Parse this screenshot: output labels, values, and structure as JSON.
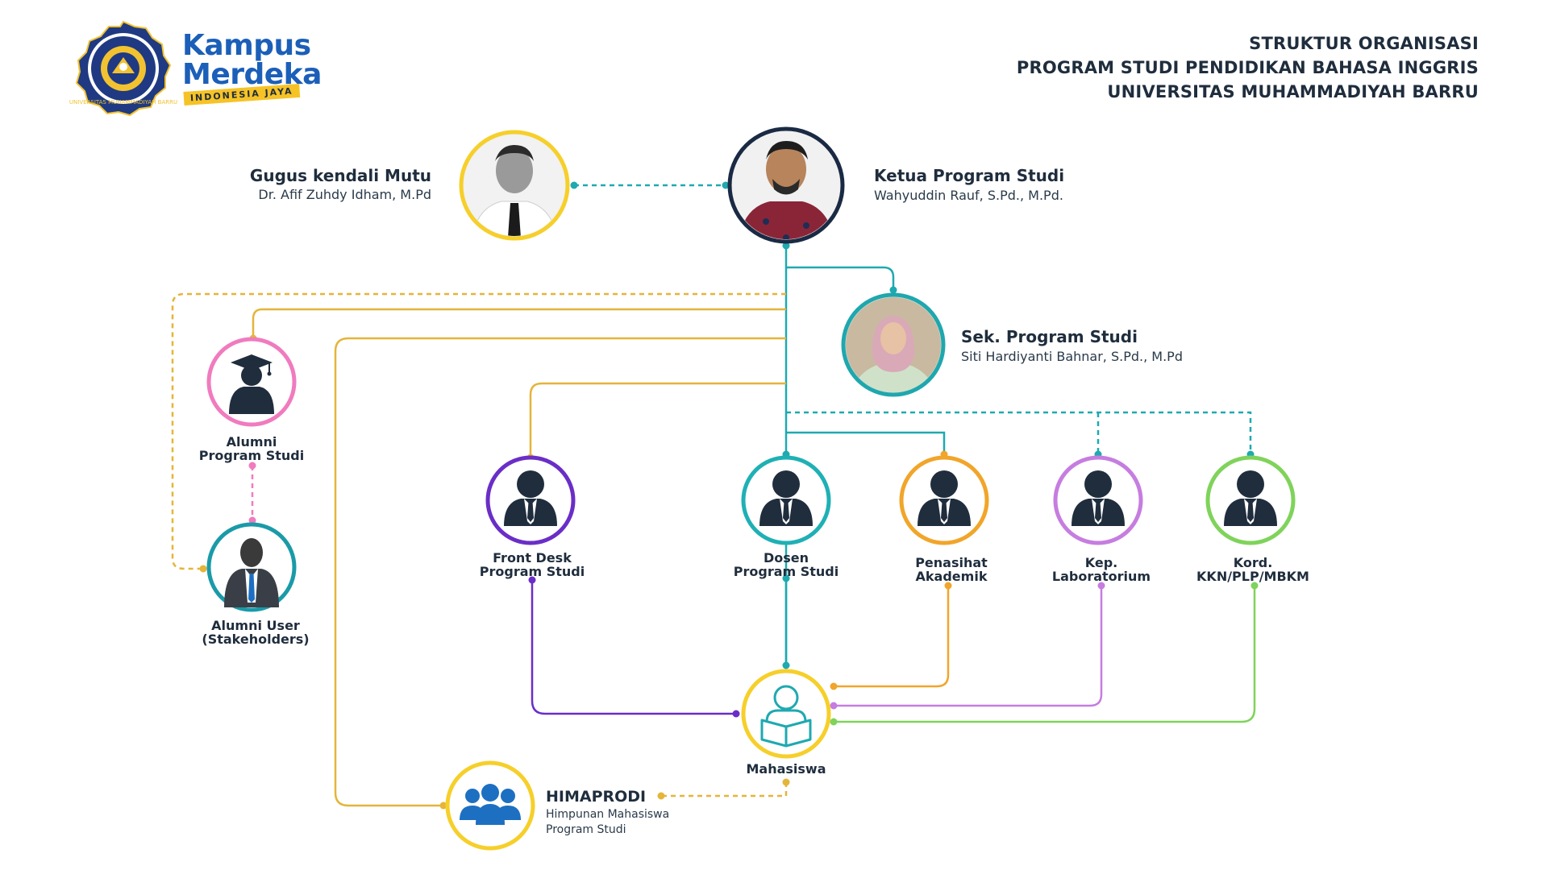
{
  "header": {
    "line1": "STRUKTUR ORGANISASI",
    "line2": "PROGRAM STUDI PENDIDIKAN BAHASA INGGRIS",
    "line3": "UNIVERSITAS MUHAMMADIYAH BARRU"
  },
  "logo": {
    "seal_text": "UNIVERSITAS MUHAMMADIYAH BARRU",
    "brand_line1": "Kampus",
    "brand_line2": "Merdeka",
    "brand_band": "INDONESIA JAYA"
  },
  "nodes": {
    "gugus": {
      "title": "Gugus kendali Mutu",
      "person": "Dr. Afif Zuhdy Idham, M.Pd",
      "ring": "#f6cf2a"
    },
    "ketua": {
      "title": "Ketua Program Studi",
      "person": "Wahyuddin Rauf, S.Pd., M.Pd.",
      "ring": "#1a2a44"
    },
    "sek": {
      "title": "Sek. Program Studi",
      "person": "Siti Hardiyanti Bahnar, S.Pd., M.Pd",
      "ring": "#1fa7ae"
    },
    "alumni": {
      "line1": "Alumni",
      "line2": "Program Studi",
      "ring": "#f07bbf"
    },
    "alumni_user": {
      "line1": "Alumni User",
      "line2": "(Stakeholders)",
      "ring": "#1b9aa8"
    },
    "front_desk": {
      "line1": "Front Desk",
      "line2": "Program Studi",
      "ring": "#6a2ec7"
    },
    "dosen": {
      "line1": "Dosen",
      "line2": "Program Studi",
      "ring": "#1fb0b5"
    },
    "penasihat": {
      "line1": "Penasihat",
      "line2": "Akademik",
      "ring": "#f1a52a"
    },
    "lab": {
      "line1": "Kep.",
      "line2": "Laboratorium",
      "ring": "#c67de0"
    },
    "kord": {
      "line1": "Kord.",
      "line2": "KKN/PLP/MBKM",
      "ring": "#7fd35a"
    },
    "mahasiswa": {
      "line1": "Mahasiswa",
      "ring": "#f6cf2a"
    },
    "himaprodi": {
      "title": "HIMAPRODI",
      "line1": "Himpunan Mahasiswa",
      "line2": "Program Studi",
      "ring": "#f6cf2a"
    }
  },
  "colors": {
    "teal": "#1fa9b0",
    "gold": "#e5b53a",
    "pink": "#f07bbf",
    "purple": "#6a2ec7",
    "orange": "#f1a52a",
    "violet": "#c67de0",
    "green": "#7fd35a",
    "icon_dark": "#1f2d3d"
  }
}
